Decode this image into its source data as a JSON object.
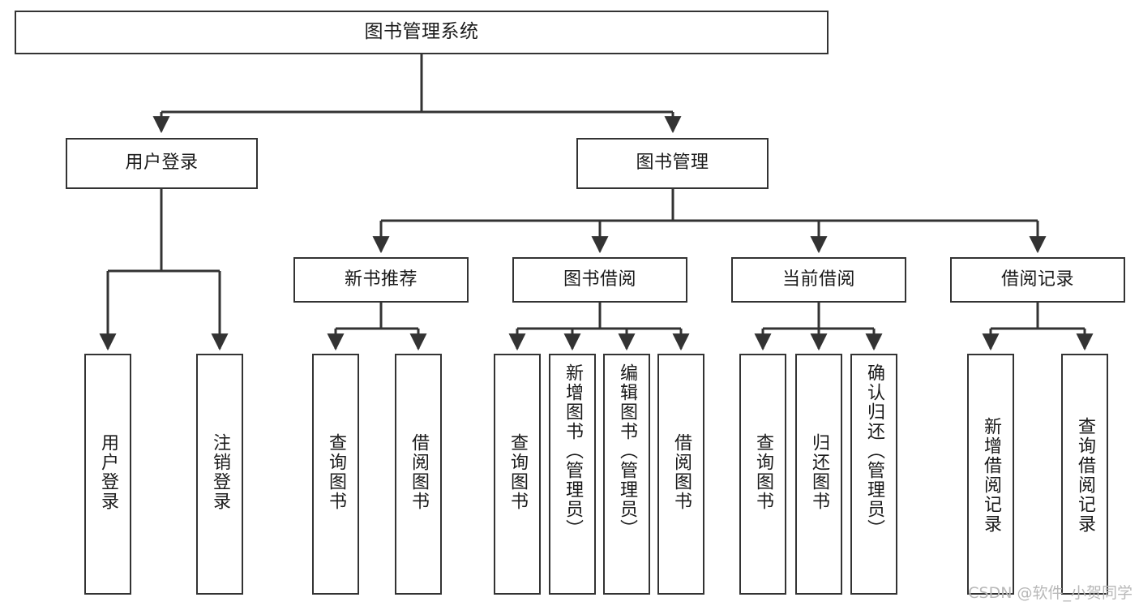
{
  "diagram": {
    "type": "tree-hierarchy-chart",
    "title": "图书管理系统",
    "watermark": "CSDN @软件_小贺同学",
    "colors": {
      "box_border": "#333333",
      "box_fill": "#ffffff",
      "connector": "#333333",
      "text": "#1a1a1a",
      "watermark": "#b8b8b8",
      "background": "#ffffff"
    },
    "levels": {
      "root": "图书管理系统",
      "level2": [
        "用户登录",
        "图书管理"
      ],
      "level3": [
        "新书推荐",
        "图书借阅",
        "当前借阅",
        "借阅记录"
      ]
    },
    "nodes": {
      "root": {
        "label": "图书管理系统"
      },
      "user_login": {
        "label": "用户登录"
      },
      "book_manage": {
        "label": "图书管理"
      },
      "new_book_rec": {
        "label": "新书推荐"
      },
      "book_borrow": {
        "label": "图书借阅"
      },
      "current_borrow": {
        "label": "当前借阅"
      },
      "borrow_record": {
        "label": "借阅记录"
      },
      "leaf_user_login": {
        "label": "用户登录"
      },
      "leaf_logout": {
        "label": "注销登录"
      },
      "leaf_query_book_1": {
        "label": "查询图书"
      },
      "leaf_borrow_book_1": {
        "label": "借阅图书"
      },
      "leaf_query_book_2": {
        "label": "查询图书"
      },
      "leaf_add_book": {
        "label": "新增图书（管理员）"
      },
      "leaf_edit_book": {
        "label": "编辑图书（管理员）"
      },
      "leaf_borrow_book_2": {
        "label": "借阅图书"
      },
      "leaf_query_book_3": {
        "label": "查询图书"
      },
      "leaf_return_book": {
        "label": "归还图书"
      },
      "leaf_confirm_return": {
        "label": "确认归还（管理员）"
      },
      "leaf_add_record": {
        "label": "新增借阅记录"
      },
      "leaf_query_record": {
        "label": "查询借阅记录"
      }
    },
    "edges": [
      {
        "from": "图书管理系统",
        "to": "用户登录"
      },
      {
        "from": "图书管理系统",
        "to": "图书管理"
      },
      {
        "from": "用户登录",
        "to": "用户登录"
      },
      {
        "from": "用户登录",
        "to": "注销登录"
      },
      {
        "from": "图书管理",
        "to": "新书推荐"
      },
      {
        "from": "图书管理",
        "to": "图书借阅"
      },
      {
        "from": "图书管理",
        "to": "当前借阅"
      },
      {
        "from": "图书管理",
        "to": "借阅记录"
      },
      {
        "from": "新书推荐",
        "to": "查询图书"
      },
      {
        "from": "新书推荐",
        "to": "借阅图书"
      },
      {
        "from": "图书借阅",
        "to": "查询图书"
      },
      {
        "from": "图书借阅",
        "to": "新增图书（管理员）"
      },
      {
        "from": "图书借阅",
        "to": "编辑图书（管理员）"
      },
      {
        "from": "图书借阅",
        "to": "借阅图书"
      },
      {
        "from": "当前借阅",
        "to": "查询图书"
      },
      {
        "from": "当前借阅",
        "to": "归还图书"
      },
      {
        "from": "当前借阅",
        "to": "确认归还（管理员）"
      },
      {
        "from": "借阅记录",
        "to": "新增借阅记录"
      },
      {
        "from": "借阅记录",
        "to": "查询借阅记录"
      }
    ]
  }
}
